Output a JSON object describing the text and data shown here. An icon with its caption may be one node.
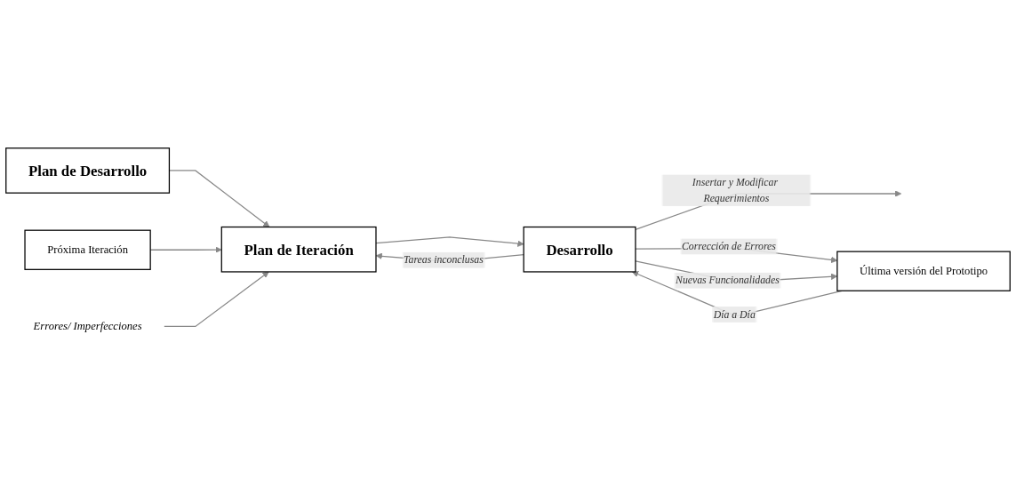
{
  "diagram": {
    "nodes": [
      {
        "text": [
          "Plan de Desarrollo"
        ]
      },
      {
        "text": [
          "Próxima Iteración"
        ]
      },
      {
        "text": [
          "Plan de Iteración"
        ]
      },
      {
        "text": [
          "Desarrollo"
        ]
      },
      {
        "text": [
          "Última versión del Prototipo"
        ]
      },
      {
        "text": [
          "Errores/ Imperfecciones"
        ]
      }
    ],
    "edges": [
      {
        "from": 0,
        "to": 2,
        "arrow": "to"
      },
      {
        "from": 1,
        "to": 2,
        "arrow": "to"
      },
      {
        "from": 5,
        "to": 2,
        "arrow": "to"
      },
      {
        "from": 2,
        "to": 3,
        "arrow": "to"
      },
      {
        "from": 3,
        "to": 2,
        "arrow": "to",
        "label": "Tareas inconclusas"
      },
      {
        "from": 3,
        "to": null,
        "arrow": "to",
        "label": "Insertar y Modificar Requerimientos"
      },
      {
        "from": 3,
        "to": 4,
        "arrow": "to",
        "label": "Corrección de Errores"
      },
      {
        "from": 4,
        "to": 3,
        "arrow": "to",
        "label": "Día a Día"
      },
      {
        "from": 3,
        "to": 4,
        "arrow": "to",
        "label": "Nuevas Funcionalidades"
      }
    ]
  }
}
